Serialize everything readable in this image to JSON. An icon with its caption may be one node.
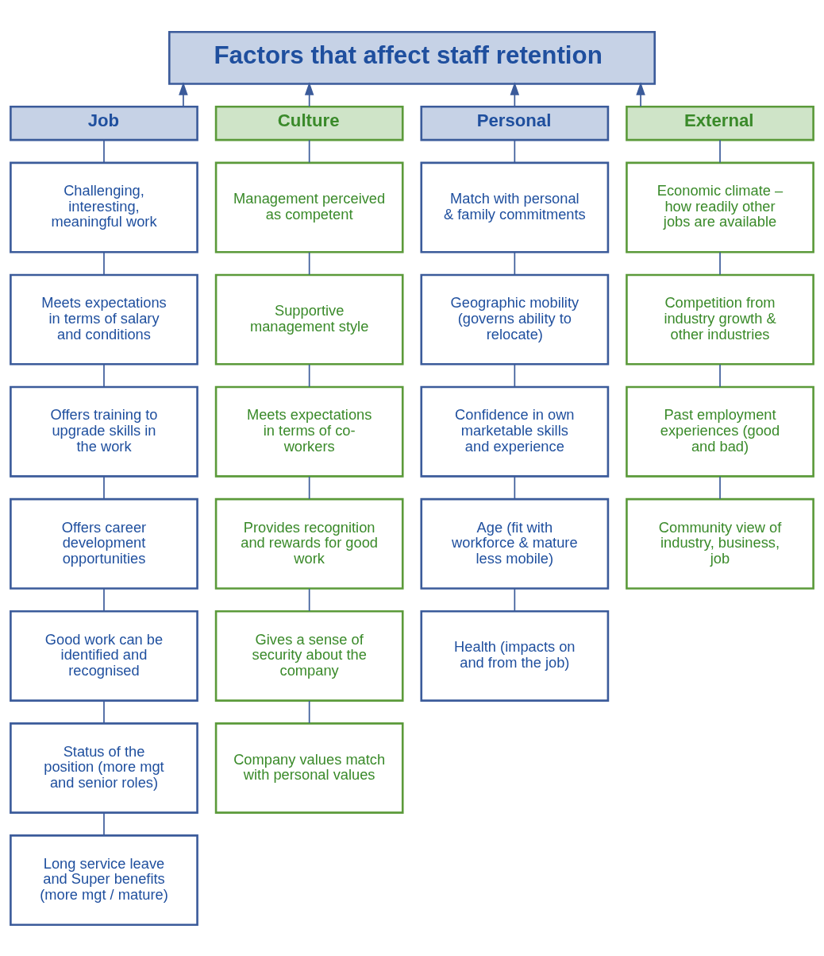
{
  "diagram": {
    "nodes": [
      {
        "text": [
          "Factors that affect staff retention"
        ]
      },
      {
        "text": [
          "Job"
        ]
      },
      {
        "text": [
          "Culture"
        ]
      },
      {
        "text": [
          "Personal"
        ]
      },
      {
        "text": [
          "External"
        ]
      },
      {
        "text": [
          "Challenging, interesting, meaningful work"
        ]
      },
      {
        "text": [
          "Meets expectations in terms of salary and conditions"
        ]
      },
      {
        "text": [
          "Offers training to upgrade skills in the work"
        ]
      },
      {
        "text": [
          "Offers career development opportunities"
        ]
      },
      {
        "text": [
          "Good work can be identified and recognised"
        ]
      },
      {
        "text": [
          "Status of the position (more mgt and senior roles)"
        ]
      },
      {
        "text": [
          "Long service leave and Super benefits (more mgt / mature)"
        ]
      },
      {
        "text": [
          "Management perceived as competent"
        ]
      },
      {
        "text": [
          "Supportive management style"
        ]
      },
      {
        "text": [
          "Meets expectations in terms of co-workers"
        ]
      },
      {
        "text": [
          "Provides recognition and rewards for good work"
        ]
      },
      {
        "text": [
          "Gives a sense of security about the company"
        ]
      },
      {
        "text": [
          "Company values match with personal values"
        ]
      },
      {
        "text": [
          "Match with personal & family commitments"
        ]
      },
      {
        "text": [
          "Geographic mobility (governs ability to relocate)"
        ]
      },
      {
        "text": [
          "Confidence in own marketable skills and experience"
        ]
      },
      {
        "text": [
          "Age (fit with workforce & mature less mobile)"
        ]
      },
      {
        "text": [
          "Health (impacts on and from the job)"
        ]
      },
      {
        "text": [
          "Economic climate – how readily other jobs are available"
        ]
      },
      {
        "text": [
          "Competition from industry growth & other industries"
        ]
      },
      {
        "text": [
          "Past employment experiences (good and bad)"
        ]
      },
      {
        "text": [
          "Community view of industry, business, job"
        ]
      }
    ],
    "edges": [
      {
        "from": 1,
        "to": 0,
        "arrow": "to"
      },
      {
        "from": 2,
        "to": 0,
        "arrow": "to"
      },
      {
        "from": 3,
        "to": 0,
        "arrow": "to"
      },
      {
        "from": 4,
        "to": 0,
        "arrow": "to"
      },
      {
        "from": 5,
        "to": 1,
        "arrow": "none"
      },
      {
        "from": 6,
        "to": 5,
        "arrow": "none"
      },
      {
        "from": 7,
        "to": 6,
        "arrow": "none"
      },
      {
        "from": 8,
        "to": 7,
        "arrow": "none"
      },
      {
        "from": 9,
        "to": 8,
        "arrow": "none"
      },
      {
        "from": 10,
        "to": 9,
        "arrow": "none"
      },
      {
        "from": 11,
        "to": 10,
        "arrow": "none"
      },
      {
        "from": 12,
        "to": 2,
        "arrow": "none"
      },
      {
        "from": 13,
        "to": 12,
        "arrow": "none"
      },
      {
        "from": 14,
        "to": 13,
        "arrow": "none"
      },
      {
        "from": 15,
        "to": 14,
        "arrow": "none"
      },
      {
        "from": 16,
        "to": 15,
        "arrow": "none"
      },
      {
        "from": 17,
        "to": 16,
        "arrow": "none"
      },
      {
        "from": 18,
        "to": 3,
        "arrow": "none"
      },
      {
        "from": 19,
        "to": 18,
        "arrow": "none"
      },
      {
        "from": 20,
        "to": 19,
        "arrow": "none"
      },
      {
        "from": 21,
        "to": 20,
        "arrow": "none"
      },
      {
        "from": 22,
        "to": 21,
        "arrow": "none"
      },
      {
        "from": 23,
        "to": 4,
        "arrow": "none"
      },
      {
        "from": 24,
        "to": 23,
        "arrow": "none"
      },
      {
        "from": 25,
        "to": 24,
        "arrow": "none"
      },
      {
        "from": 26,
        "to": 25,
        "arrow": "none"
      }
    ]
  }
}
